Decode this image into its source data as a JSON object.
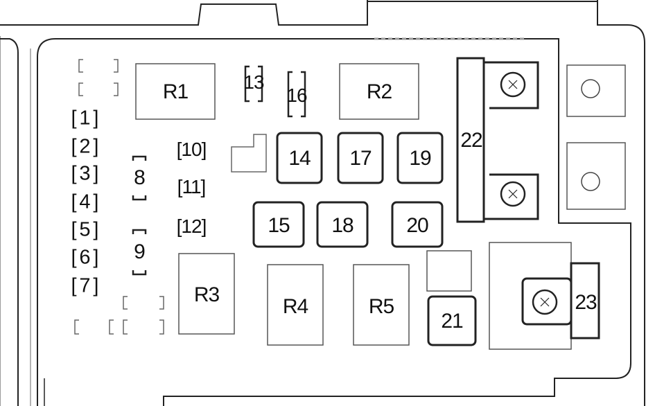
{
  "relays": {
    "r1": "R1",
    "r2": "R2",
    "r3": "R3",
    "r4": "R4",
    "r5": "R5"
  },
  "fuses": {
    "f1": "1",
    "f2": "2",
    "f3": "3",
    "f4": "4",
    "f5": "5",
    "f6": "6",
    "f7": "7",
    "f8": "8",
    "f9": "9",
    "f10": "10",
    "f11": "11",
    "f12": "12",
    "f13": "13",
    "f14": "14",
    "f15": "15",
    "f16": "16",
    "f17": "17",
    "f18": "18",
    "f19": "19",
    "f20": "20",
    "f21": "21",
    "f22": "22",
    "f23": "23"
  },
  "colors": {
    "line": "#222222",
    "light_line": "#9a9a9a",
    "background": "#ffffff"
  },
  "icons": {
    "bolt": "bolt-terminal-icon",
    "mount": "mount-hole-icon"
  }
}
